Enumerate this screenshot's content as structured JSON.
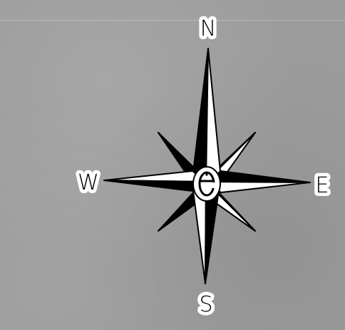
{
  "compass": {
    "north_label": "N",
    "east_label": "E",
    "south_label": "S",
    "west_label": "W",
    "center_glyph_name": "circle-e-glyph-icon"
  },
  "colors": {
    "background": "#9c9c9c",
    "rose_dark": "#000000",
    "rose_light": "#ffffff"
  }
}
